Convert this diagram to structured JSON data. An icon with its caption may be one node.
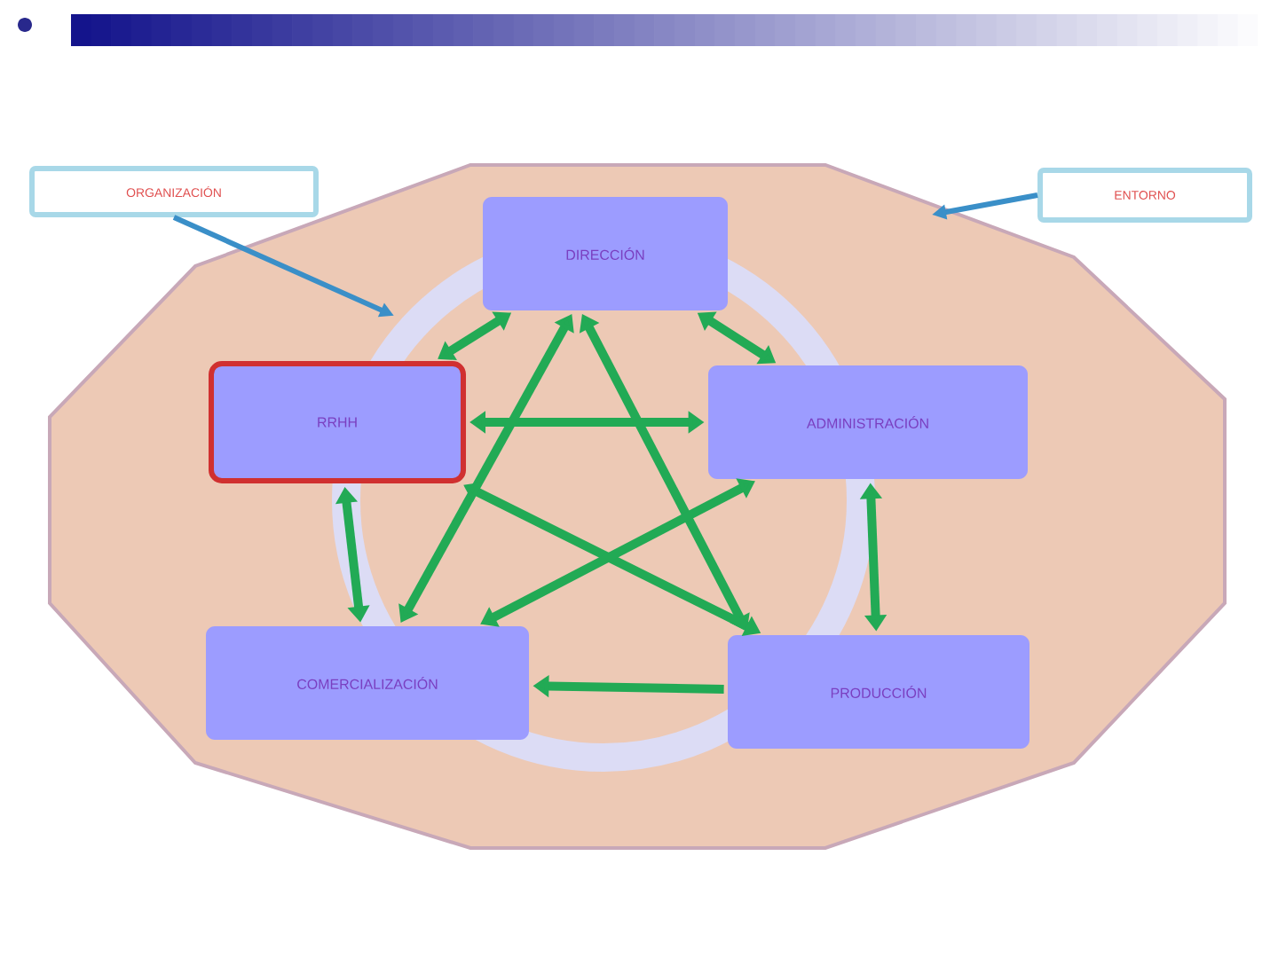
{
  "diagram": {
    "nodes": [
      {
        "text": [
          "ORGANIZACIÓN"
        ]
      },
      {
        "text": [
          "ENTORNO"
        ]
      },
      {
        "text": [],
        "shape": "polygon"
      },
      {
        "text": [
          "DIRECCIÓN"
        ],
        "in": 2
      },
      {
        "text": [
          "RRHH"
        ],
        "in": 2
      },
      {
        "text": [
          "ADMINISTRACIÓN"
        ],
        "in": 2
      },
      {
        "text": [
          "COMERCIALIZACIÓN"
        ],
        "in": 2
      },
      {
        "text": [
          "PRODUCCIÓN"
        ],
        "in": 2
      }
    ],
    "edges": [
      {
        "from": 0,
        "to": null,
        "arrow": "to",
        "color": "#3a8fc8"
      },
      {
        "from": 1,
        "to": 2,
        "arrow": "to",
        "color": "#3a8fc8"
      },
      {
        "from": 3,
        "to": 4,
        "arrow": "both"
      },
      {
        "from": 3,
        "to": 5,
        "arrow": "both"
      },
      {
        "from": 3,
        "to": 6,
        "arrow": "both"
      },
      {
        "from": 3,
        "to": 7,
        "arrow": "both"
      },
      {
        "from": 4,
        "to": 5,
        "arrow": "both"
      },
      {
        "from": 4,
        "to": 6,
        "arrow": "both"
      },
      {
        "from": 4,
        "to": 7,
        "arrow": "both"
      },
      {
        "from": 5,
        "to": 6,
        "arrow": "both"
      },
      {
        "from": 5,
        "to": 7,
        "arrow": "both"
      },
      {
        "from": 7,
        "to": 6,
        "arrow": "to"
      }
    ]
  }
}
